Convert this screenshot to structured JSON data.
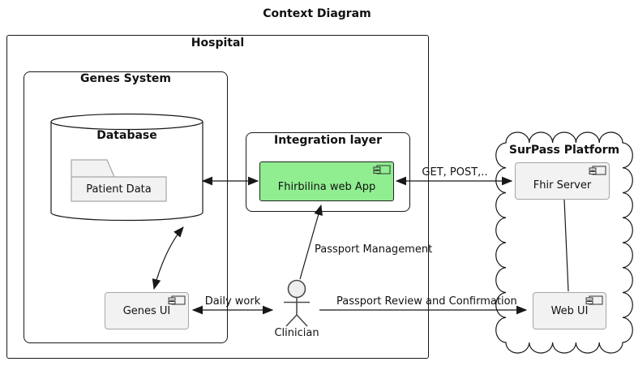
{
  "diagram": {
    "title": "Context Diagram",
    "type": "context-diagram"
  },
  "groups": {
    "hospital": {
      "label": "Hospital"
    },
    "genes_system": {
      "label": "Genes System"
    },
    "database": {
      "label": "Database"
    },
    "integration_layer": {
      "label": "Integration layer"
    },
    "surpass_platform": {
      "label": "SurPass Platform"
    }
  },
  "nodes": {
    "patient_data": {
      "label": "Patient Data",
      "shape": "folder"
    },
    "genes_ui": {
      "label": "Genes UI",
      "shape": "component"
    },
    "fhirbilina_web_app": {
      "label": "Fhirbilina web App",
      "shape": "component",
      "fill": "#90ee90"
    },
    "fhir_server": {
      "label": "Fhir Server",
      "shape": "component"
    },
    "web_ui": {
      "label": "Web UI",
      "shape": "component"
    },
    "clinician": {
      "label": "Clinician",
      "shape": "actor"
    }
  },
  "edges": {
    "database_fhirbilina": {
      "label": "",
      "type": "bidirectional"
    },
    "fhirbilina_fhir_server": {
      "label": "GET, POST,..",
      "type": "bidirectional"
    },
    "database_genes_ui": {
      "label": "",
      "type": "bidirectional"
    },
    "genes_ui_clinician": {
      "label": "Daily work",
      "type": "bidirectional"
    },
    "clinician_fhirbilina": {
      "label": "Passport Management",
      "type": "directed"
    },
    "clinician_web_ui": {
      "label": "Passport Review and Confirmation",
      "type": "directed"
    },
    "fhir_server_web_ui": {
      "label": "",
      "type": "plain"
    }
  },
  "colors": {
    "highlight_fill": "#90ee90",
    "node_fill": "#f2f2f2",
    "node_border": "#a6a6a6",
    "line": "#181818",
    "background": "#ffffff"
  }
}
